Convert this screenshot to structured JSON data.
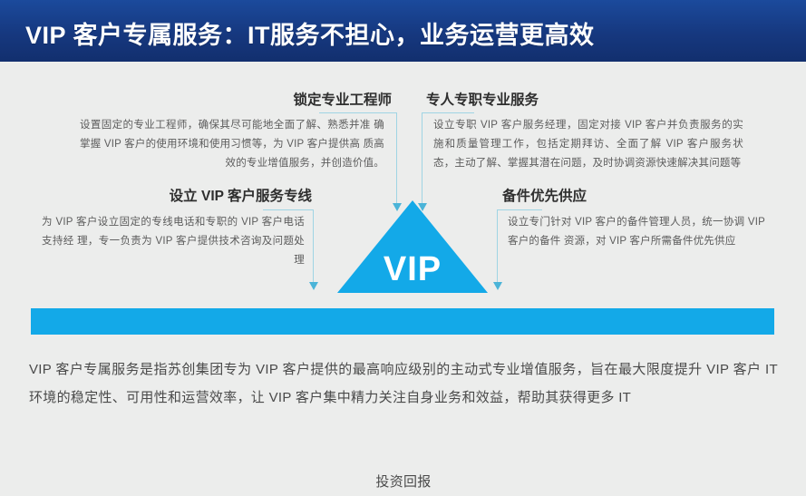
{
  "header": {
    "title": "VIP 客户专属服务：IT服务不担心，业务运营更高效",
    "band_color": "#16387f",
    "title_color": "#ffffff"
  },
  "theme": {
    "background": "#ecedec",
    "accent_cyan": "#13a9e8",
    "rail_color": "#9fd4e4",
    "body_text": "#5c5c5c",
    "title_text": "#2e2e2e"
  },
  "blocks": [
    {
      "id": "lock-engineer",
      "title": "锁定专业工程师",
      "body": "设置固定的专业工程师，确保其尽可能地全面了解、熟悉并准 确掌握 VIP 客户的使用环境和使用习惯等，为 VIP 客户提供高 质高效的专业增值服务，并创造价值。"
    },
    {
      "id": "dedicated-service",
      "title": "专人专职专业服务",
      "body": "设立专职 VIP 客户服务经理，固定对接 VIP 客户并负责服务的实施和质量管理工作，包括定期拜访、全面了解 VIP 客户服务状 态，主动了解、掌握其潜在问题，及时协调资源快速解决其问题等"
    },
    {
      "id": "service-hotline",
      "title": "设立 VIP 客户服务专线",
      "body": "为 VIP 客户设立固定的专线电话和专职的 VIP 客户电话支持经 理，专一负责为 VIP 客户提供技术咨询及问题处理"
    },
    {
      "id": "spare-parts-priority",
      "title": "备件优先供应",
      "body": "设立专门针对 VIP 客户的备件管理人员，统一协调 VIP 客户的备件 资源，对 VIP 客户所需备件优先供应"
    }
  ],
  "center": {
    "label": "VIP",
    "shape": "triangle",
    "color": "#13a9e8"
  },
  "summary": {
    "paragraph": "VIP 客户专属服务是指苏创集团专为 VIP 客户提供的最高响应级别的主动式专业增值服务，旨在最大限度提升 VIP 客户 IT 环境的稳定性、可用性和运营效率，让 VIP 客户集中精力关注自身业务和效益，帮助其获得更多 IT",
    "last_line": "投资回报"
  }
}
